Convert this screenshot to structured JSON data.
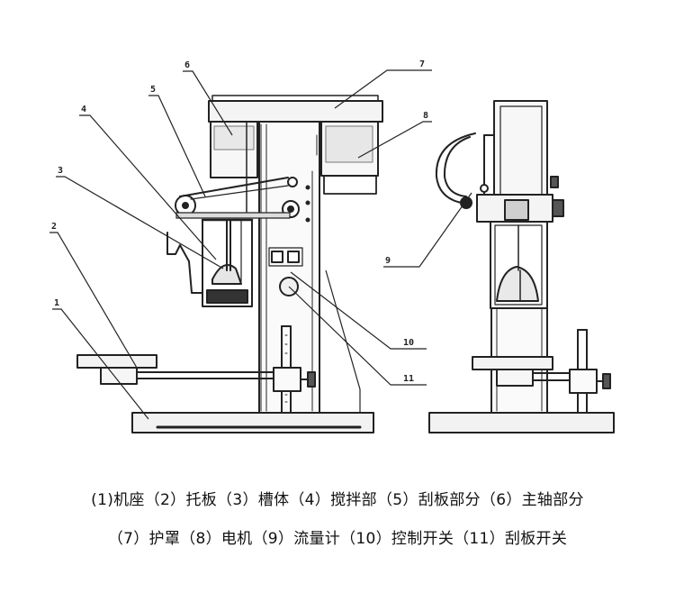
{
  "labels": {
    "n1": "1",
    "n2": "2",
    "n3": "3",
    "n4": "4",
    "n5": "5",
    "n6": "6",
    "n7": "7",
    "n8": "8",
    "n9": "9",
    "n10": "10",
    "n11": "11"
  },
  "caption": {
    "line1": "(1)机座（2）托板（3）槽体（4）搅拌部（5）刮板部分（6）主轴部分",
    "line2": "（7）护罩（8）电机（9）流量计（10）控制开关（11）刮板开关"
  }
}
